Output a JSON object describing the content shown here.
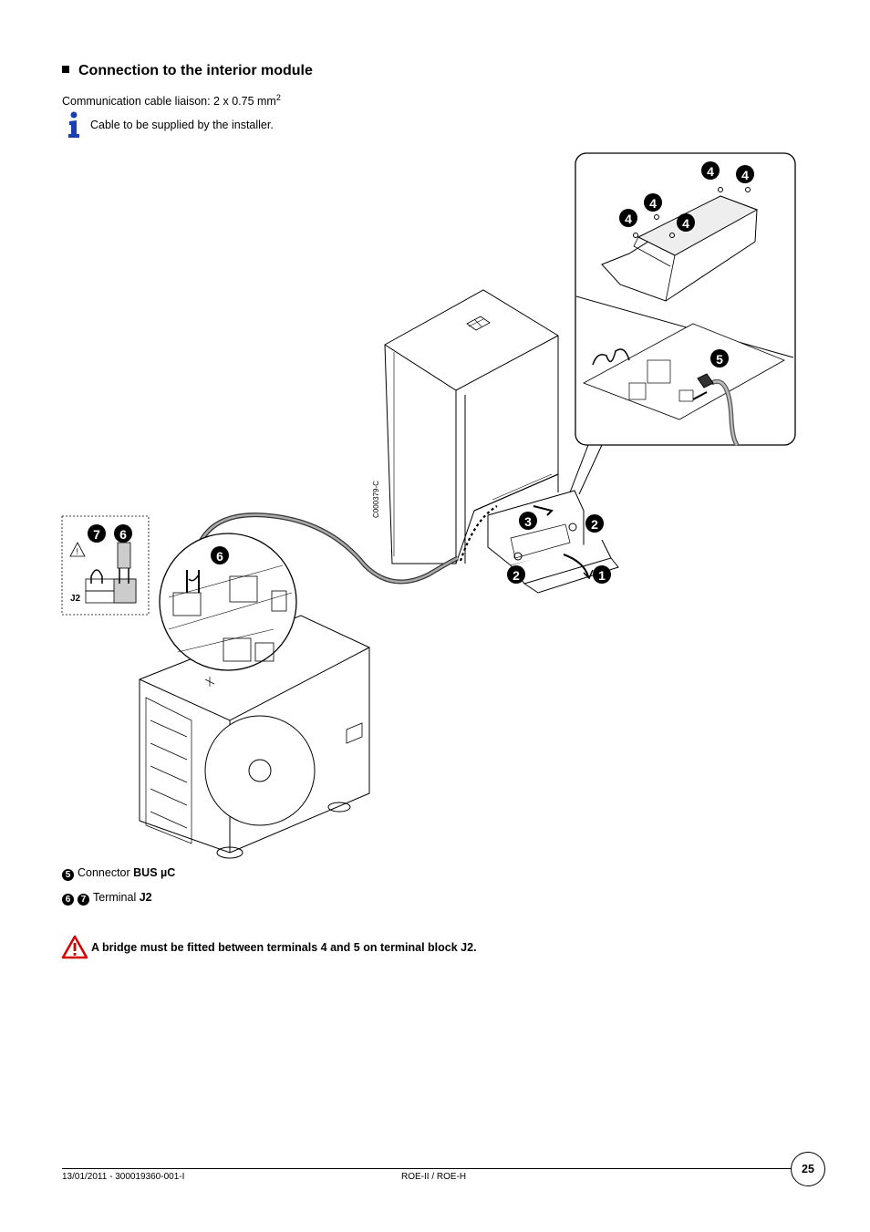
{
  "section": {
    "title": "Connection to the interior module",
    "cable_text": "Communication cable liaison: 2 x 0.75 mm",
    "cable_sup": "2",
    "info_note": "Cable to be supplied by the installer."
  },
  "figure": {
    "code": "C000379-C",
    "callouts": [
      "1",
      "2",
      "2",
      "3",
      "4",
      "4",
      "4",
      "4",
      "4",
      "5",
      "6",
      "6",
      "7"
    ],
    "terminal_label": "J2"
  },
  "legend": [
    {
      "nums": [
        "5"
      ],
      "text": "Connector ",
      "bold": "BUS µC"
    },
    {
      "nums": [
        "6",
        "7"
      ],
      "text": "Terminal ",
      "bold": "J2"
    }
  ],
  "warning": "A bridge must be fitted between terminals 4 and 5 on terminal block J2.",
  "footer": {
    "left": "13/01/2011 - 300019360-001-I",
    "center": "ROE-II / ROE-H",
    "page": "25"
  }
}
